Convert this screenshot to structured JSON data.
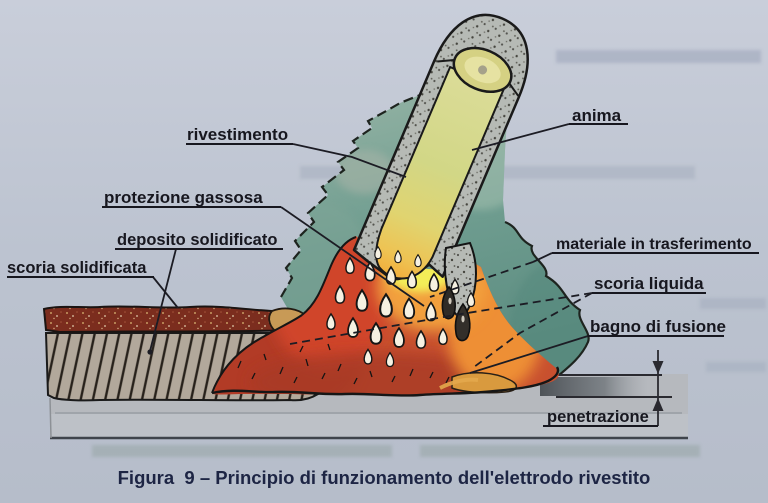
{
  "figure": {
    "caption": "Figura  9 – Principio di funzionamento dell'elettrodo rivestito",
    "labels": {
      "rivestimento": "rivestimento",
      "anima": "anima",
      "protezione_gassosa": "protezione gassosa",
      "deposito_solidificato": "deposito solidificato",
      "scoria_solidificata": "scoria solidificata",
      "materiale_in_trasferimento": "materiale in trasferimento",
      "scoria_liquida": "scoria liquida",
      "bagno_di_fusione": "bagno di fusione",
      "penetrazione": "penetrazione"
    },
    "colors": {
      "paper": "#bfc5d2",
      "gas_shield": "#6f9d90",
      "electrode_core": "#d7d88c",
      "electrode_coating": "#b6bab5",
      "arc_yellow": "#f3ee58",
      "arc_orange": "#ee8f35",
      "weld_pool_red": "#c8502f",
      "slag_dark": "#7b2d1e",
      "ink": "#1c1c24",
      "caption_ink": "#1d2544"
    }
  }
}
